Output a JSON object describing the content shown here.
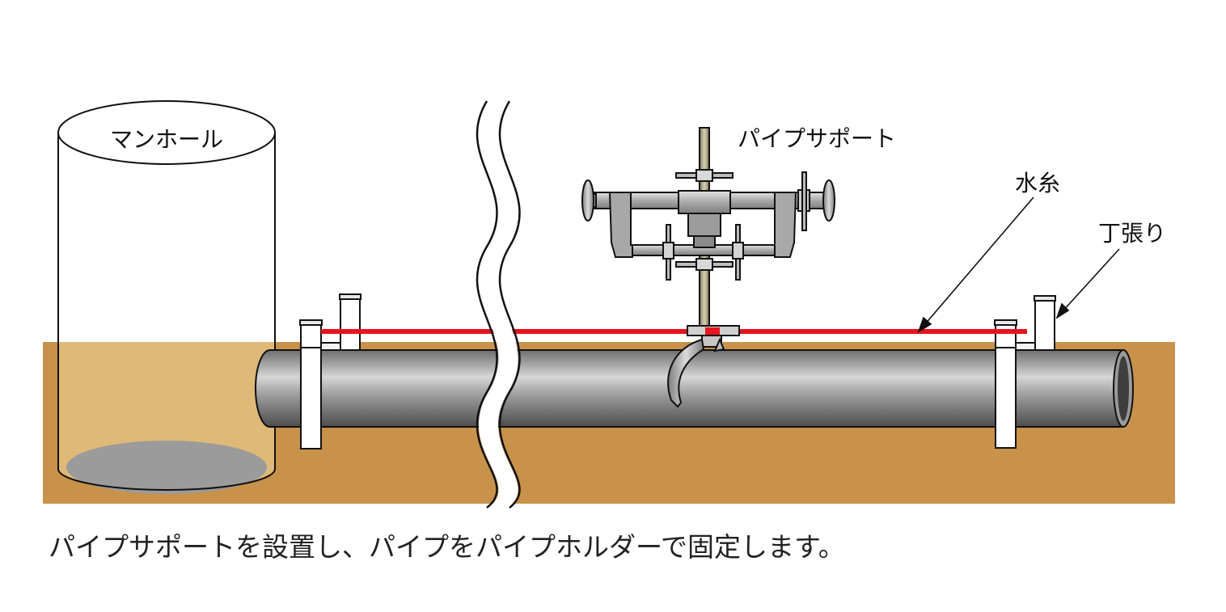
{
  "labels": {
    "manhole": "マンホール",
    "pipe_support": "パイプサポート",
    "water_string": "水糸",
    "batter_board": "丁張り"
  },
  "caption": "パイプサポートを設置し、パイプをパイプホルダーで固定します。",
  "colors": {
    "soil": "#c8924a",
    "soil_inside_manhole": "#deb978",
    "manhole_floor": "#9b9b9b",
    "water_string": "#e8141e",
    "pipe": "#8f8f8f",
    "support_metal": "#a8a8a8",
    "rod": "#b4aa86"
  }
}
